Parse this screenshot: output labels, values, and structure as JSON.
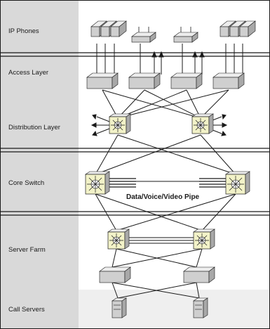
{
  "layers": [
    {
      "id": "ip-phones",
      "label": "IP Phones"
    },
    {
      "id": "access",
      "label": "Access Layer"
    },
    {
      "id": "distribution",
      "label": "Distribution Layer"
    },
    {
      "id": "core",
      "label": "Core Switch"
    },
    {
      "id": "server-farm",
      "label": "Server Farm"
    },
    {
      "id": "call-servers",
      "label": "Call Servers"
    }
  ],
  "pipe_label": "Data/Voice/Video Pipe",
  "colors": {
    "label_column": "#d9d9d9",
    "device_face": "#cfcfcf",
    "device_top": "#ededed",
    "device_side": "#a8a8a8",
    "switch_face": "#f2f2c8",
    "line": "#1a1a1a",
    "call_server_band": "#efefef"
  }
}
